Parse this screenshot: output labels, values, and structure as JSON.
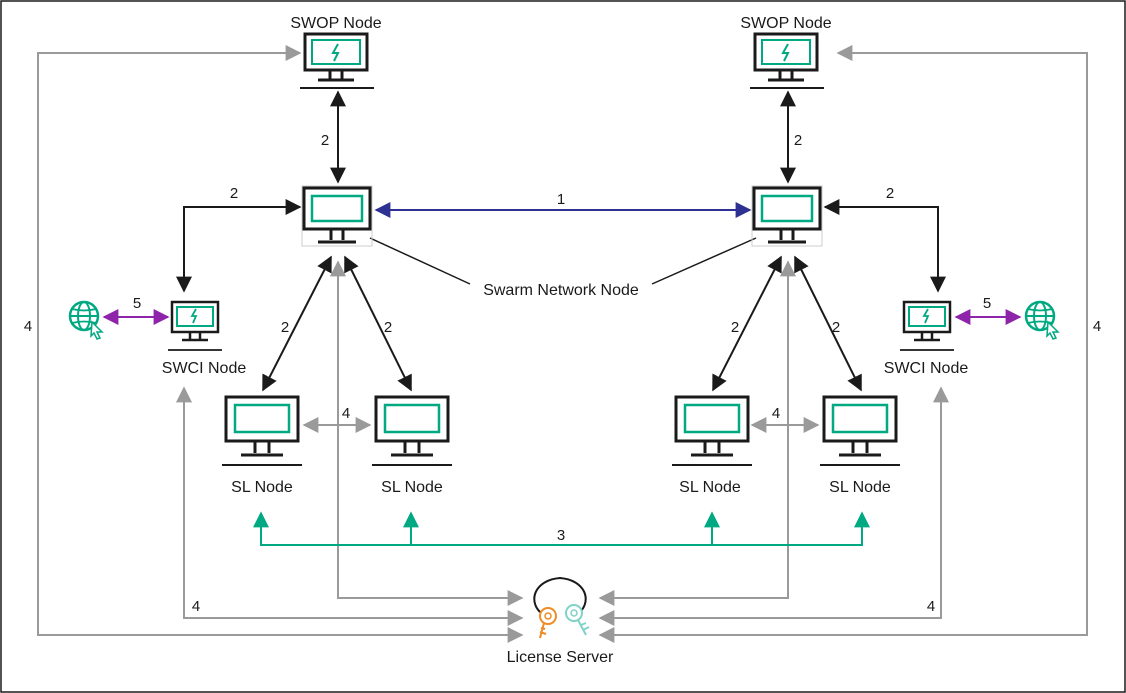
{
  "labels": {
    "swop_left": "SWOP Node",
    "swop_right": "SWOP Node",
    "swci_left": "SWCI Node",
    "swci_right": "SWCI Node",
    "sl_1": "SL Node",
    "sl_2": "SL Node",
    "sl_3": "SL Node",
    "sl_4": "SL Node",
    "swarm": "Swarm Network Node",
    "license": "License Server"
  },
  "edge_labels": {
    "sn_sn": "1",
    "swop_l": "2",
    "swop_r": "2",
    "swci_l": "2",
    "swci_r": "2",
    "sl1": "2",
    "sl2": "2",
    "sl3": "2",
    "sl4": "2",
    "sl_bus": "3",
    "sl_pair_l": "4",
    "sl_pair_r": "4",
    "outer_l": "4",
    "outer_r": "4",
    "swci_lic_l": "4",
    "swci_lic_r": "4",
    "web_l": "5",
    "web_r": "5"
  },
  "colors": {
    "black": "#1a1a1a",
    "gray": "#9a9a9a",
    "blue": "#2e3192",
    "teal": "#01a982",
    "purple": "#8e24aa",
    "orange": "#f08a24",
    "lightteal": "#7fd3c7"
  },
  "icons": {
    "web": "globe-cursor-icon",
    "key": "key-icon"
  }
}
